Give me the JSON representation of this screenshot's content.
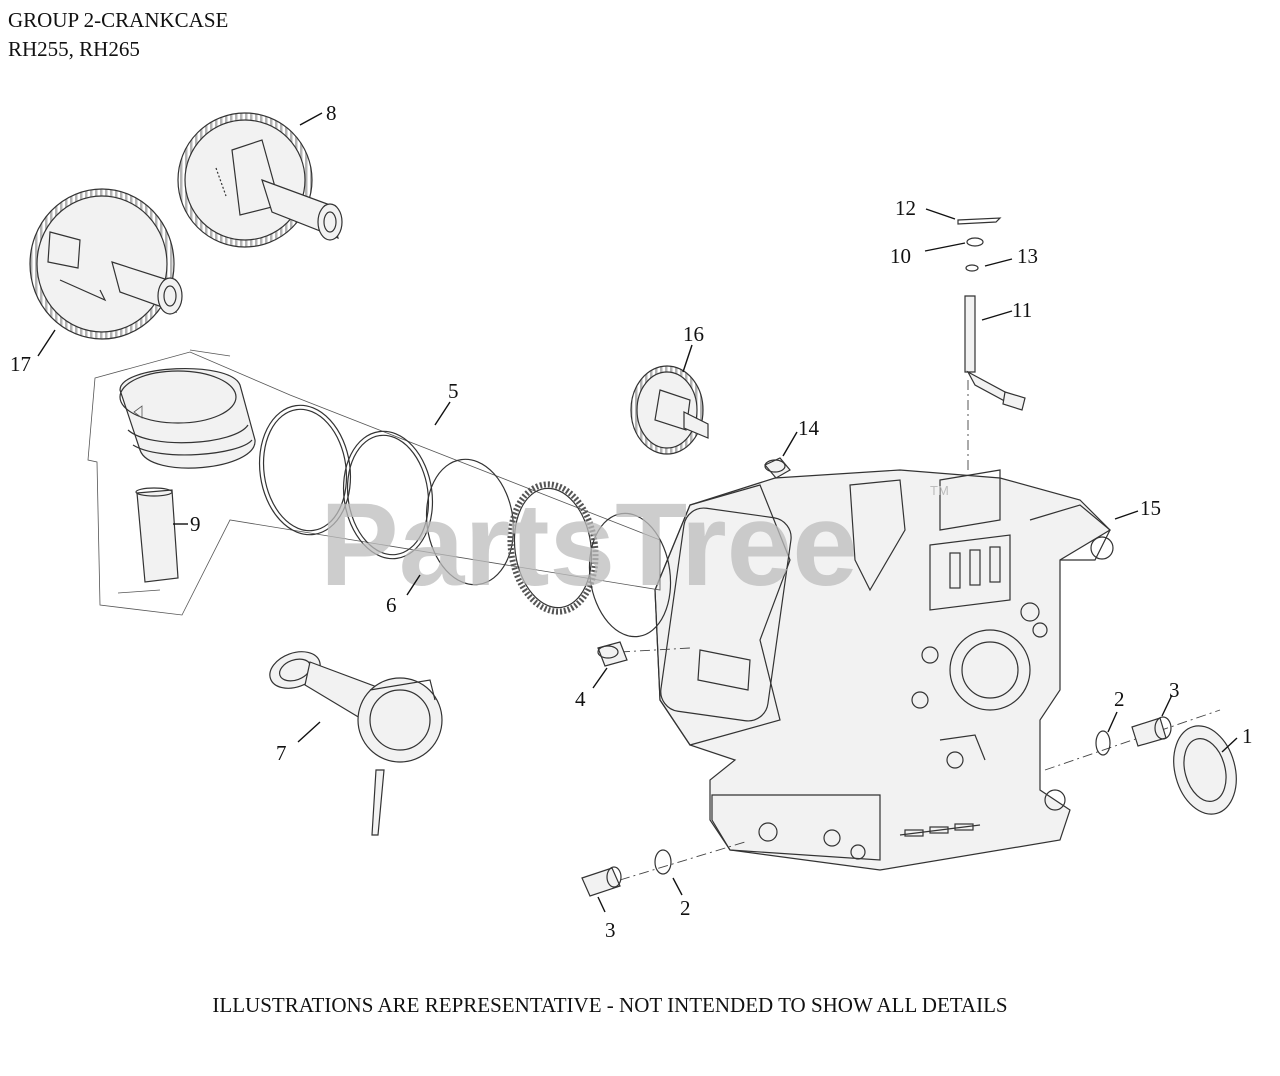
{
  "header": {
    "line1": "GROUP 2-CRANKCASE",
    "line2": "RH255, RH265"
  },
  "footer": {
    "note": "ILLUSTRATIONS ARE REPRESENTATIVE - NOT INTENDED TO SHOW ALL DETAILS"
  },
  "watermark": {
    "brand": "PartsTree",
    "mark": "TM"
  },
  "callouts": [
    {
      "id": "c1",
      "label": "1"
    },
    {
      "id": "c2a",
      "label": "2"
    },
    {
      "id": "c2b",
      "label": "2"
    },
    {
      "id": "c3a",
      "label": "3"
    },
    {
      "id": "c3b",
      "label": "3"
    },
    {
      "id": "c4",
      "label": "4"
    },
    {
      "id": "c5",
      "label": "5"
    },
    {
      "id": "c6",
      "label": "6"
    },
    {
      "id": "c7",
      "label": "7"
    },
    {
      "id": "c8",
      "label": "8"
    },
    {
      "id": "c9",
      "label": "9"
    },
    {
      "id": "c10",
      "label": "10"
    },
    {
      "id": "c11",
      "label": "11"
    },
    {
      "id": "c12",
      "label": "12"
    },
    {
      "id": "c13",
      "label": "13"
    },
    {
      "id": "c14",
      "label": "14"
    },
    {
      "id": "c15",
      "label": "15"
    },
    {
      "id": "c16",
      "label": "16"
    },
    {
      "id": "c17",
      "label": "17"
    }
  ]
}
